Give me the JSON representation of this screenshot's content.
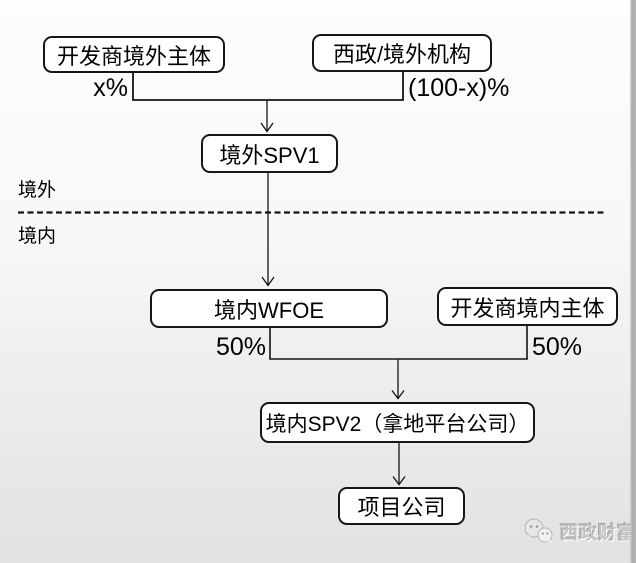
{
  "diagram": {
    "region_labels": {
      "offshore": "境外",
      "onshore": "境内"
    },
    "nodes": {
      "dev_offshore": "开发商境外主体",
      "xizheng_offshore": "西政/境外机构",
      "spv1": "境外SPV1",
      "wfoe": "境内WFOE",
      "dev_onshore": "开发商境内主体",
      "spv2": "境内SPV2（拿地平台公司）",
      "project": "项目公司"
    },
    "edge_labels": {
      "dev_offshore_pct": "x%",
      "xizheng_pct": "(100-x)%",
      "wfoe_pct": "50%",
      "dev_onshore_pct": "50%"
    },
    "colors": {
      "line": "#141414",
      "box_fill": "#ffffff",
      "box_border": "#161616",
      "watermark_text": "#c2c2c2"
    }
  },
  "watermark": {
    "text": "西政财富",
    "logo": "wechat-chat-bubbles-icon"
  }
}
